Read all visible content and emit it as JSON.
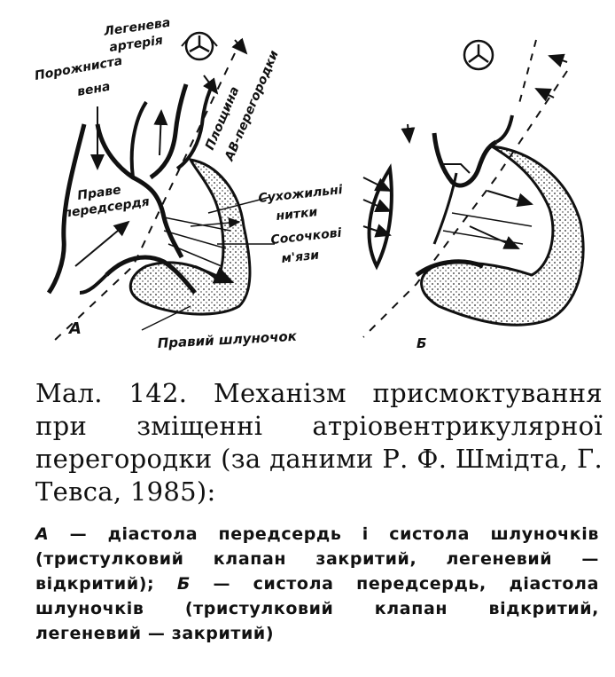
{
  "figure": {
    "panel_a_letter": "А",
    "panel_b_letter": "Б",
    "labels": {
      "pulmonary_artery_1": "Легенева",
      "pulmonary_artery_2": "артерія",
      "vena_cava_1": "Порожниста",
      "vena_cava_2": "вена",
      "av_plane_1": "Площина",
      "av_plane_2": "АВ-перегородки",
      "right_atrium_1": "Праве",
      "right_atrium_2": "передсердя",
      "chordae_1": "Сухожильні",
      "chordae_2": "нитки",
      "papillary_1": "Сосочкові",
      "papillary_2": "м'язи",
      "right_ventricle": "Правий шлуночок"
    }
  },
  "caption": {
    "text": "Мал. 142. Механізм присмоктування при зміщенні атріовентрикулярної перегородки (за даними Р. Ф. Шмідта, Г. Тевса, 1985):"
  },
  "legend": {
    "a_letter": "А",
    "a_text": " — діастола передсердь і систола шлуночків (тристулковий клапан закритий, легеневий — відкритий);",
    "b_letter": "Б",
    "b_text": " — систола передсердь, діастола шлуночків (тристулковий клапан відкритий, легеневий — закритий)"
  }
}
